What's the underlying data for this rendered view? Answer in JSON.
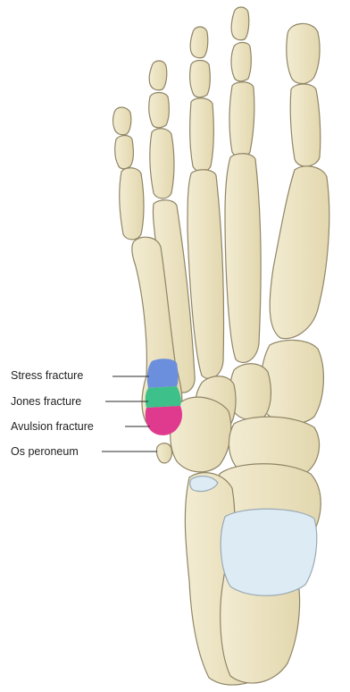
{
  "labels": {
    "stress_fracture": "Stress fracture",
    "jones_fracture": "Jones fracture",
    "avulsion_fracture": "Avulsion fracture",
    "os_peroneum": "Os peroneum"
  },
  "colors": {
    "bone_fill": "#ece4c4",
    "bone_outline": "#8f8566",
    "cartilage": "#dcebf4",
    "stress_zone": "#6b8fdc",
    "jones_zone": "#3ec08a",
    "avulsion_zone": "#e03a8f"
  }
}
